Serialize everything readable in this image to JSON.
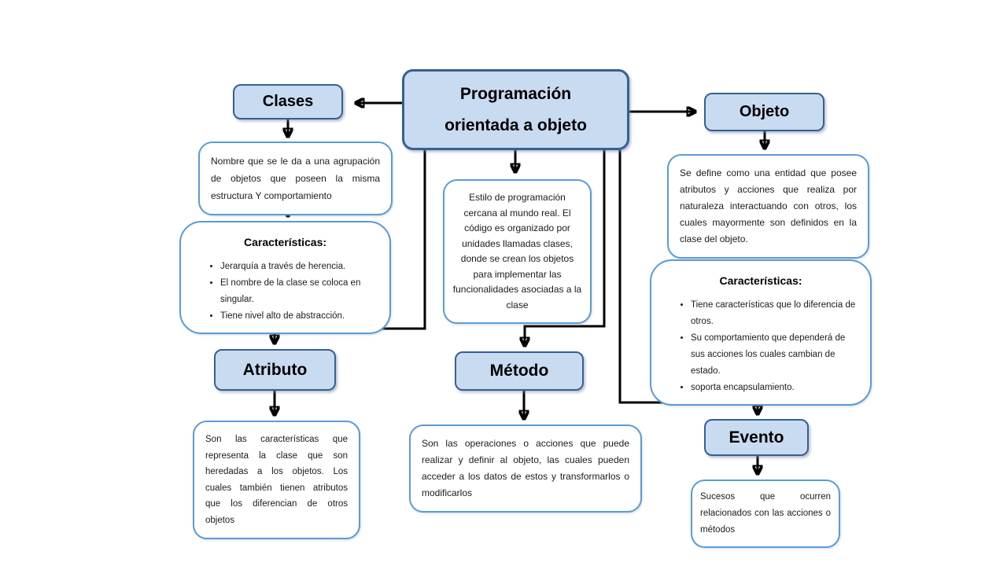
{
  "nodes": {
    "root": {
      "label": "Programación orientada a objeto",
      "lines": [
        "Programación",
        "orientada a objeto"
      ]
    },
    "clases": {
      "label": "Clases"
    },
    "objeto": {
      "label": "Objeto"
    },
    "atributo": {
      "label": "Atributo"
    },
    "metodo": {
      "label": "Método"
    },
    "evento": {
      "label": "Evento"
    },
    "clases_desc": {
      "text": "Nombre que se le da a una agrupación de objetos que poseen la misma estructura Y comportamiento"
    },
    "clases_caracteristicas": {
      "heading": "Características:",
      "bullets": [
        "Jerarquía a través de herencia.",
        "El nombre de la clase se coloca en singular.",
        "Tiene nivel alto de abstracción."
      ]
    },
    "estilo_desc": {
      "text": "Estilo de programación cercana al mundo real. El código es organizado por unidades llamadas clases, donde se crean los objetos para implementar las funcionalidades asociadas a la clase"
    },
    "objeto_desc": {
      "text": "Se define como una entidad que posee atributos y acciones que realiza por naturaleza interactuando con otros, los cuales mayormente son definidos en la clase del objeto."
    },
    "objeto_caracteristicas": {
      "heading": "Características:",
      "bullets": [
        "Tiene características que lo diferencia de otros.",
        "Su comportamiento que dependerá de sus acciones los cuales cambian de estado.",
        "soporta encapsulamiento."
      ]
    },
    "atributo_desc": {
      "text": "Son las características que representa la clase que son heredadas a los objetos. Los cuales también tienen atributos que los diferencian de otros objetos"
    },
    "metodo_desc": {
      "text": "Son las operaciones o acciones que puede realizar y definir al objeto, las cuales pueden acceder a los datos de estos y transformarlos o modificarlos"
    },
    "evento_desc": {
      "text": "Sucesos que ocurren relacionados con las acciones o métodos"
    }
  },
  "colors": {
    "node_fill": "#c9dbf1",
    "node_border": "#376092",
    "desc_border": "#5b9bd5",
    "arrow": "#000000",
    "background": "#ffffff"
  }
}
